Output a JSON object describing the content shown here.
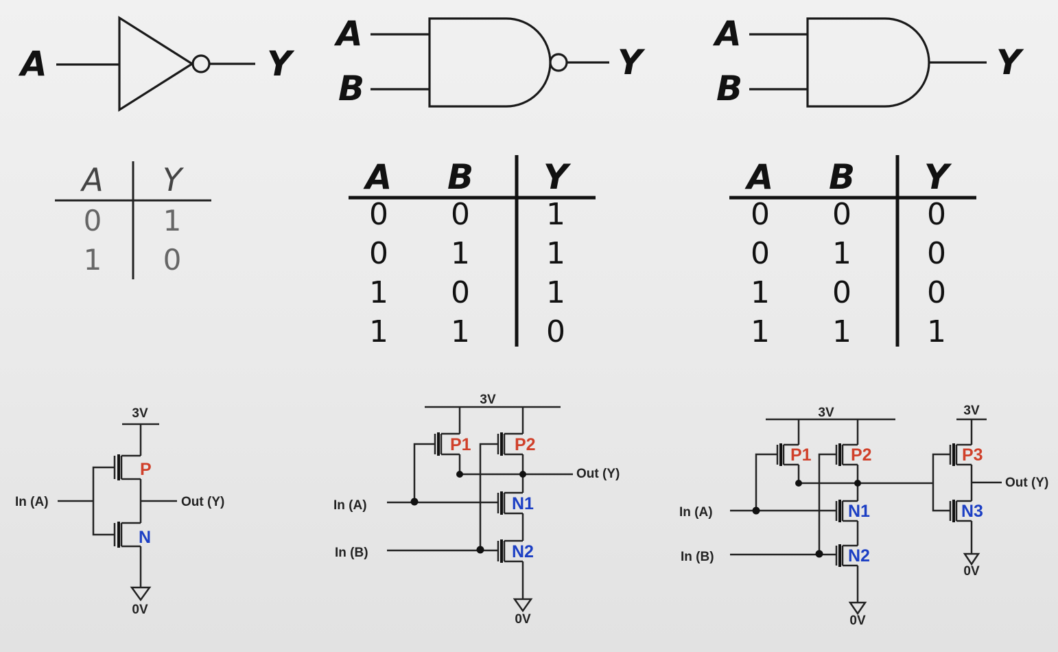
{
  "colors": {
    "background": "#ededed",
    "pmos": "#d0402a",
    "nmos": "#1c3fc4",
    "ink": "#1a1a1a"
  },
  "not_gate": {
    "symbol": {
      "input": "A",
      "output": "Y"
    },
    "truth_table": {
      "headers": [
        "A",
        "Y"
      ],
      "rows": [
        [
          "0",
          "1"
        ],
        [
          "1",
          "0"
        ]
      ]
    },
    "circuit": {
      "vdd": "3V",
      "gnd": "0V",
      "input": "In (A)",
      "output": "Out (Y)",
      "pmos": "P",
      "nmos": "N"
    }
  },
  "nand_gate": {
    "symbol": {
      "input_a": "A",
      "input_b": "B",
      "output": "Y"
    },
    "truth_table": {
      "headers": [
        "A",
        "B",
        "Y"
      ],
      "rows": [
        [
          "0",
          "0",
          "1"
        ],
        [
          "0",
          "1",
          "1"
        ],
        [
          "1",
          "0",
          "1"
        ],
        [
          "1",
          "1",
          "0"
        ]
      ]
    },
    "circuit": {
      "vdd": "3V",
      "gnd": "0V",
      "input_a": "In (A)",
      "input_b": "In (B)",
      "output": "Out (Y)",
      "p1": "P1",
      "p2": "P2",
      "n1": "N1",
      "n2": "N2"
    }
  },
  "and_gate": {
    "symbol": {
      "input_a": "A",
      "input_b": "B",
      "output": "Y"
    },
    "truth_table": {
      "headers": [
        "A",
        "B",
        "Y"
      ],
      "rows": [
        [
          "0",
          "0",
          "0"
        ],
        [
          "0",
          "1",
          "0"
        ],
        [
          "1",
          "0",
          "0"
        ],
        [
          "1",
          "1",
          "1"
        ]
      ]
    },
    "circuit": {
      "vdd": "3V",
      "vdd2": "3V",
      "gnd": "0V",
      "gnd2": "0V",
      "input_a": "In (A)",
      "input_b": "In (B)",
      "output": "Out (Y)",
      "p1": "P1",
      "p2": "P2",
      "p3": "P3",
      "n1": "N1",
      "n2": "N2",
      "n3": "N3"
    }
  }
}
